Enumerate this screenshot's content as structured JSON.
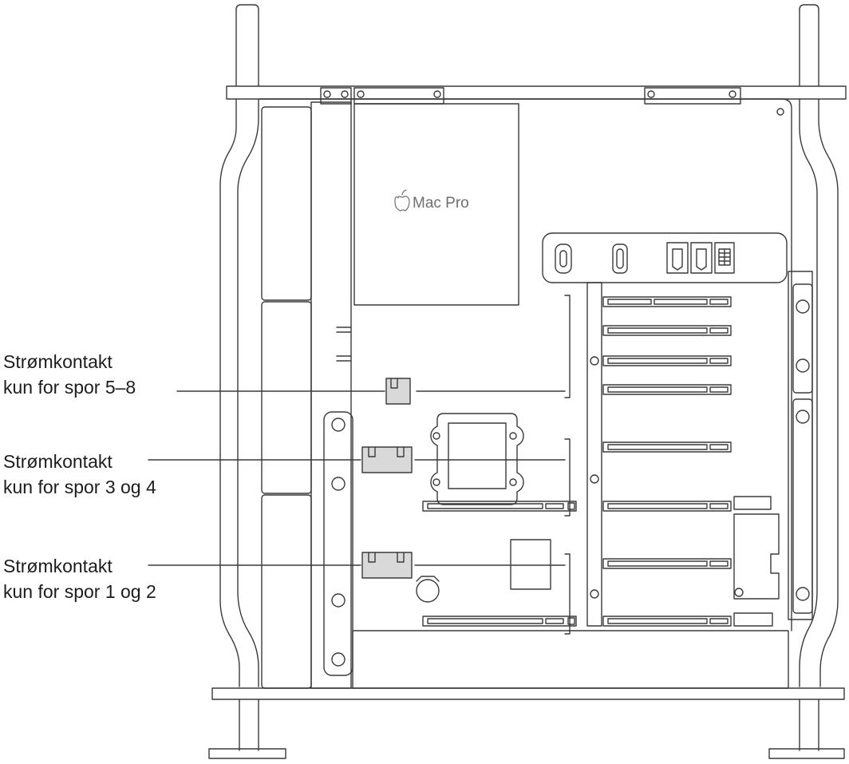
{
  "product_logo": {
    "glyph": "",
    "text": "Mac Pro"
  },
  "callouts": [
    {
      "id": "slots-5-8",
      "line1": "Strømkontakt",
      "line2": "kun for spor 5–8"
    },
    {
      "id": "slots-3-4",
      "line1": "Strømkontakt",
      "line2": "kun for spor 3 og 4"
    },
    {
      "id": "slots-1-2",
      "line1": "Strømkontakt",
      "line2": "kun for spor 1 og 2"
    }
  ],
  "colors": {
    "stroke": "#3a3a3c",
    "connector_fill": "#d9d9d9",
    "background": "#ffffff"
  }
}
